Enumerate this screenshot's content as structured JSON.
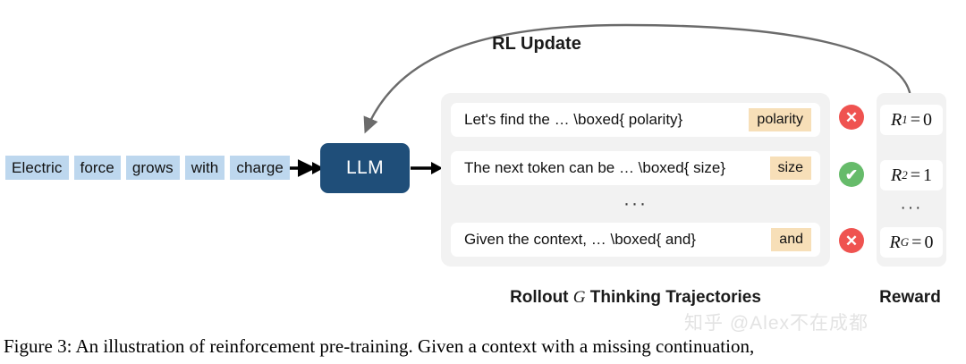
{
  "figure": {
    "caption": "Figure 3: An illustration of reinforcement pre-training. Given a context with a missing continuation,",
    "watermark": "知乎 @Alex不在成都"
  },
  "input_sequence": {
    "name": "context-tokens",
    "tokens": [
      "Electric",
      "force",
      "grows",
      "with",
      "charge"
    ],
    "chip_color": "#bdd7ee"
  },
  "model": {
    "label": "LLM",
    "box_color": "#1f4e79",
    "text_color": "#ffffff"
  },
  "feedback_loop": {
    "label": "RL Update",
    "arrow_color": "#6b6b6b"
  },
  "trajectories": {
    "panel_color": "#f2f2f2",
    "row_color": "#ffffff",
    "tag_color": "#f7dfb8",
    "ellipsis": "···",
    "rows": [
      {
        "text": "Let's find the … \\boxed{ polarity}",
        "answer": "polarity"
      },
      {
        "text": "The next token can be … \\boxed{ size}",
        "answer": "size"
      },
      {
        "text": "Given the context, … \\boxed{ and}",
        "answer": "and"
      }
    ],
    "caption_prefix": "Rollout ",
    "caption_symbol": "G",
    "caption_suffix": " Thinking Trajectories"
  },
  "verdicts": {
    "wrong_color": "#ef5350",
    "right_color": "#66bb6a",
    "items": [
      {
        "status": "wrong",
        "glyph": "✕"
      },
      {
        "status": "right",
        "glyph": "✔"
      },
      {
        "status": "wrong",
        "glyph": "✕"
      }
    ]
  },
  "reward": {
    "panel_color": "#f2f2f2",
    "caption": "Reward",
    "ellipsis": "···",
    "rows": [
      {
        "var": "R",
        "sub": "1",
        "eq": "=",
        "value": "0"
      },
      {
        "var": "R",
        "sub": "2",
        "eq": "=",
        "value": "1"
      },
      {
        "var": "R",
        "sub": "G",
        "eq": "=",
        "value": "0"
      }
    ]
  }
}
